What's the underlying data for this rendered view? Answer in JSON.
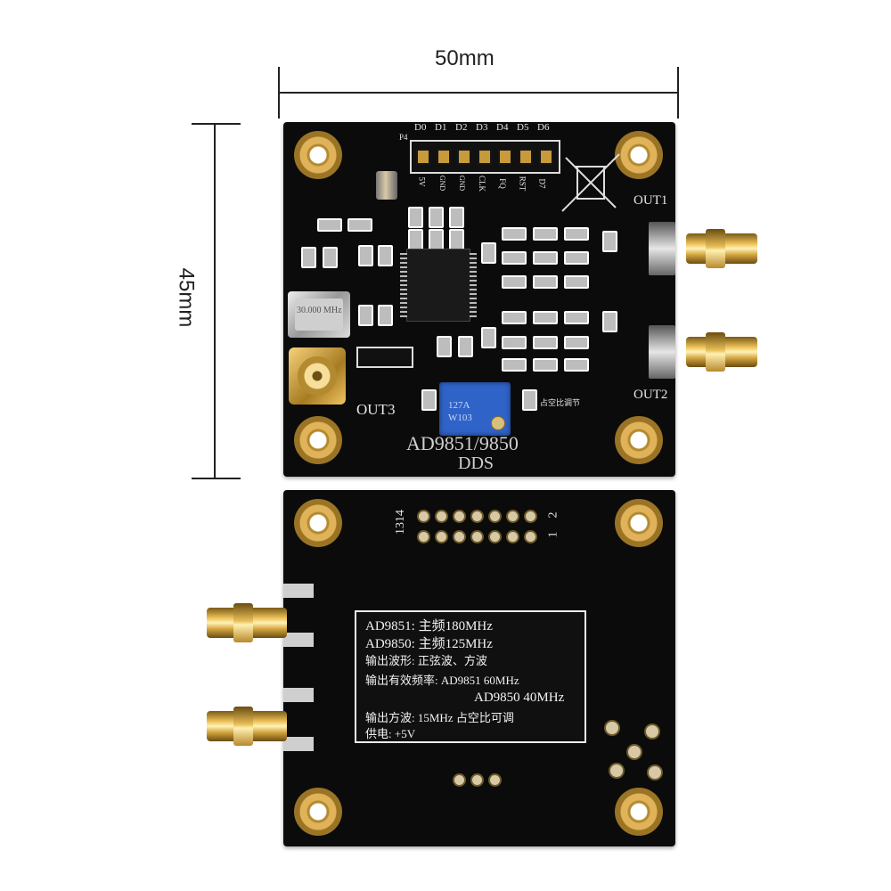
{
  "dimensions": {
    "width_label": "50mm",
    "height_label": "45mm"
  },
  "front_board": {
    "header_label": "P4",
    "pin_labels": [
      "D0",
      "D1",
      "D2",
      "D3",
      "D4",
      "D5",
      "D6"
    ],
    "bottom_pin_labels": [
      "5V",
      "GND",
      "GND",
      "CLK",
      "FQ",
      "RST",
      "D7"
    ],
    "crystal_label": "30.000 MHz",
    "out1_label": "OUT1",
    "out2_label": "OUT2",
    "out3_label": "OUT3",
    "model_label": "AD9851/9850",
    "dds_label": "DDS",
    "duty_label": "占空比调节",
    "pot_label": "W103",
    "pot_top_label": "127A"
  },
  "back_board": {
    "header_left_label": "1314",
    "header_right_top": "2",
    "header_right_bottom": "1",
    "info_lines": [
      "AD9851: 主频180MHz",
      "AD9850: 主频125MHz",
      "输出波形: 正弦波、方波",
      "输出有效频率:  AD9851   60MHz",
      "AD9850   40MHz",
      "输出方波: 15MHz 占空比可调",
      "供电: +5V"
    ]
  },
  "colors": {
    "pcb": "#0b0b0b",
    "gold": "#e0b35a",
    "silkscreen": "#e8e8e8",
    "potentiometer": "#2f63c8"
  }
}
